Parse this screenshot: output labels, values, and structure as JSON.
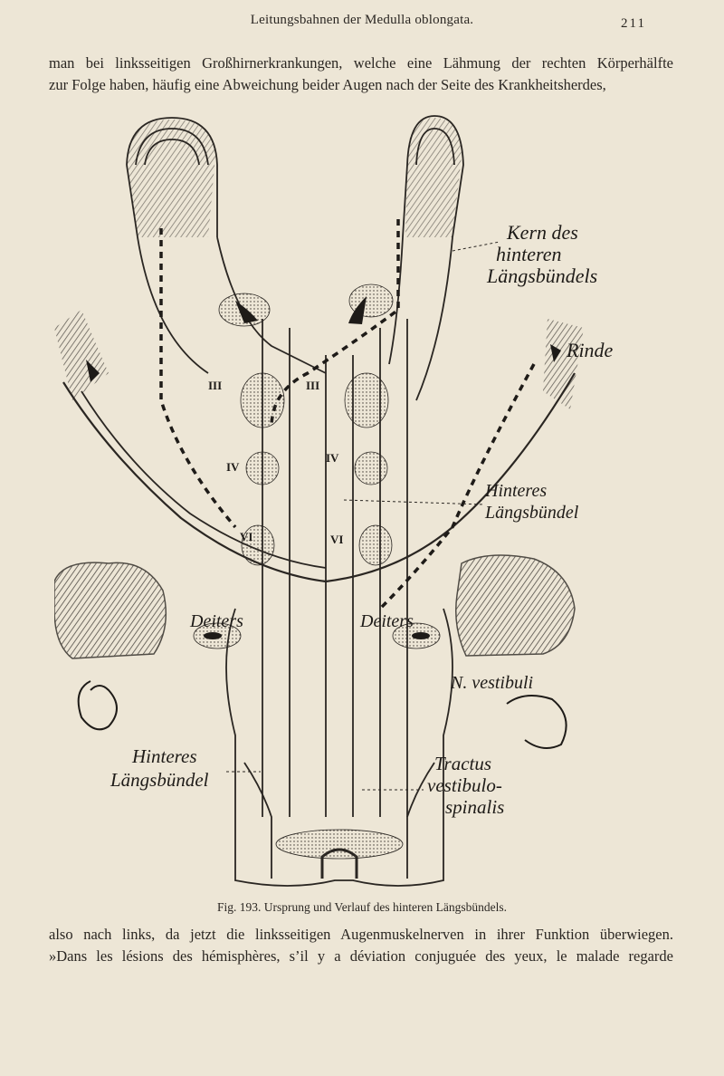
{
  "header": {
    "running_title": "Leitungsbahnen der Medulla oblongata.",
    "page_number": "211"
  },
  "text_top": [
    "man bei linksseitigen Großhirnerkrankungen, welche eine Lähmung der rechten Körperhälfte",
    "zur Folge haben, häufig eine Abweichung beider Augen nach der Seite des Krankheitsherdes,"
  ],
  "figure": {
    "labels": {
      "kern_1": "Kern des",
      "kern_2": "hinteren",
      "kern_3": "Längsbündels",
      "rinde": "Rinde",
      "hinteres_right_1": "Hinteres",
      "hinteres_right_2": "Längsbündel",
      "deiters_left": "Deiters",
      "deiters_right": "Deiters",
      "n_vestibuli": "N. vestibuli",
      "hinteres_left_1": "Hinteres",
      "hinteres_left_2": "Längsbündel",
      "tractus_1": "Tractus",
      "tractus_2": "vestibulo-",
      "tractus_3": "spinalis",
      "roman_3_left": "III",
      "roman_4_left": "IV",
      "roman_6_left": "VI",
      "roman_3_right": "III",
      "roman_4_right": "IV",
      "roman_6_right": "VI"
    },
    "caption": "Fig. 193. Ursprung und Verlauf des hinteren Längsbündels."
  },
  "text_bottom": [
    "also nach links, da jetzt die linksseitigen Augenmuskelnerven in ihrer Funktion überwiegen.",
    "»Dans les lésions des hémisphères, s’il y a déviation conjuguée des yeux, le malade regarde"
  ],
  "colors": {
    "paper": "#ede6d6",
    "ink": "#2a2622"
  }
}
